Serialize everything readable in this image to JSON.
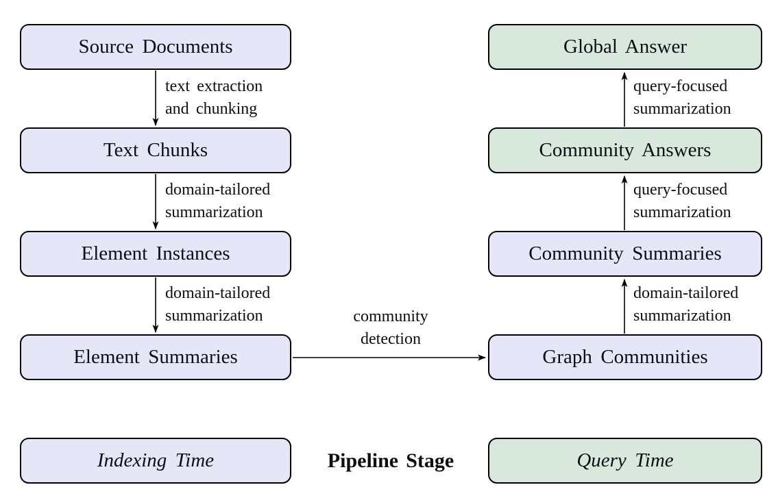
{
  "figure": {
    "colors": {
      "indexing_fill": "#e6e6f9",
      "query_fill": "#d8e8dc",
      "border": "#000000",
      "arrow": "#000000"
    },
    "nodes": {
      "source_documents": "Source Documents",
      "text_chunks": "Text Chunks",
      "element_instances": "Element Instances",
      "element_summaries": "Element Summaries",
      "graph_communities": "Graph Communities",
      "community_summaries": "Community Summaries",
      "community_answers": "Community Answers",
      "global_answer": "Global Answer"
    },
    "edges": {
      "text_extraction": {
        "line1": "text extraction",
        "line2": "and chunking"
      },
      "chunks_to_instances": {
        "line1": "domain-tailored",
        "line2": "summarization"
      },
      "instances_to_summaries": {
        "line1": "domain-tailored",
        "line2": "summarization"
      },
      "community_detection": {
        "line1": "community",
        "line2": "detection"
      },
      "communities_to_summaries": {
        "line1": "domain-tailored",
        "line2": "summarization"
      },
      "summaries_to_answers": {
        "line1": "query-focused",
        "line2": "summarization"
      },
      "answers_to_global": {
        "line1": "query-focused",
        "line2": "summarization"
      }
    },
    "legend": {
      "indexing_time": "Indexing Time",
      "pipeline_stage": "Pipeline Stage",
      "query_time": "Query Time"
    }
  }
}
